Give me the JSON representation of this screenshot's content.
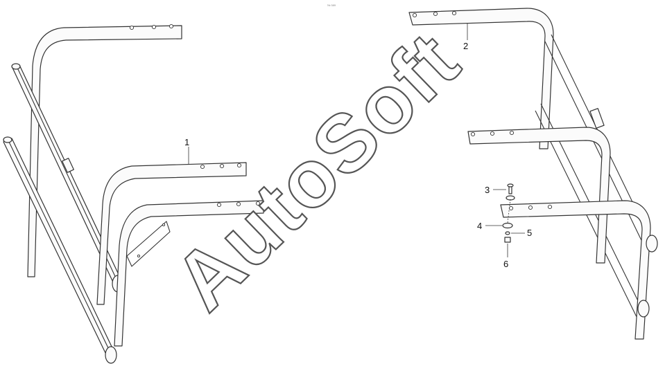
{
  "header": {
    "page_ref": "№ 389"
  },
  "watermark": {
    "text": "AutoSoft"
  },
  "callouts": [
    {
      "id": "1",
      "text": "1"
    },
    {
      "id": "2",
      "text": "2"
    },
    {
      "id": "3",
      "text": "3"
    },
    {
      "id": "4",
      "text": "4"
    },
    {
      "id": "5",
      "text": "5"
    },
    {
      "id": "6",
      "text": "6"
    }
  ]
}
